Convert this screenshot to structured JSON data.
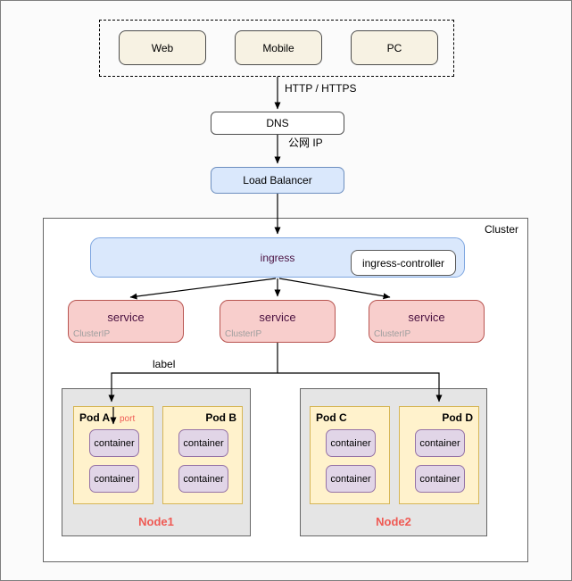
{
  "palette": {
    "canvas_bg": "#fbfbfb",
    "cluster_bg": "#ffffff",
    "client_fill": "#f7f2e3",
    "blue_fill": "#dae8fc",
    "blue_border": "#6c8ebf",
    "service_fill": "#f8cecc",
    "service_border": "#b85450",
    "pod_fill": "#fff2cc",
    "pod_border": "#d6b656",
    "container_fill": "#e1d5e7",
    "container_border": "#9673a6",
    "node_fill": "#e5e5e5",
    "accent_text": "#4a1040",
    "node_label_color": "#ef5a54"
  },
  "clients": {
    "items": [
      {
        "label": "Web"
      },
      {
        "label": "Mobile"
      },
      {
        "label": "PC"
      }
    ]
  },
  "dns": {
    "label": "DNS"
  },
  "load_balancer": {
    "label": "Load Balancer"
  },
  "edges": {
    "http": "HTTP / HTTPS",
    "public_ip": "公网 IP",
    "label": "label",
    "port": "port"
  },
  "cluster": {
    "label": "Cluster",
    "ingress": {
      "label": "ingress",
      "controller_label": "ingress-controller"
    },
    "services": [
      {
        "label": "service",
        "sub": "ClusterIP"
      },
      {
        "label": "service",
        "sub": "ClusterIP"
      },
      {
        "label": "service",
        "sub": "ClusterIP"
      }
    ],
    "nodes": [
      {
        "label": "Node1",
        "pods": [
          {
            "label": "Pod A",
            "containers": [
              "container",
              "container"
            ]
          },
          {
            "label": "Pod B",
            "containers": [
              "container",
              "container"
            ]
          }
        ]
      },
      {
        "label": "Node2",
        "pods": [
          {
            "label": "Pod C",
            "containers": [
              "container",
              "container"
            ]
          },
          {
            "label": "Pod D",
            "containers": [
              "container",
              "container"
            ]
          }
        ]
      }
    ]
  }
}
